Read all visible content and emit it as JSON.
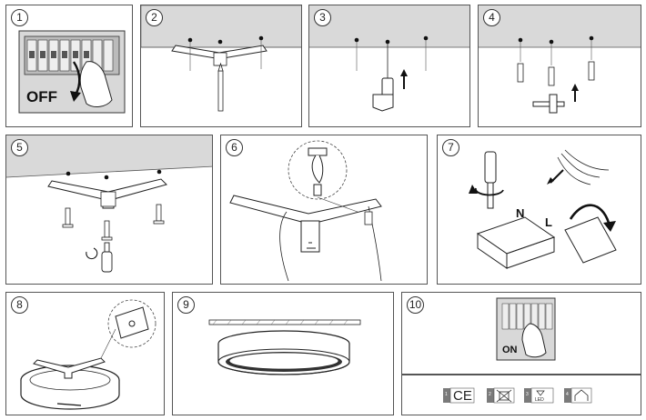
{
  "steps": [
    {
      "number": "1",
      "caption": "OFF"
    },
    {
      "number": "2"
    },
    {
      "number": "3"
    },
    {
      "number": "4"
    },
    {
      "number": "5"
    },
    {
      "number": "6"
    },
    {
      "number": "7",
      "labels": {
        "neutral": "N",
        "live": "L"
      }
    },
    {
      "number": "8"
    },
    {
      "number": "9"
    },
    {
      "number": "10",
      "caption": "ON"
    }
  ],
  "certifications": [
    {
      "index": "1",
      "mark": "CE",
      "icon": "ce-mark-icon"
    },
    {
      "index": "2",
      "mark": "",
      "icon": "weee-crossed-bin-icon"
    },
    {
      "index": "3",
      "mark": "LED",
      "icon": "led-bulb-icon"
    },
    {
      "index": "4",
      "mark": "",
      "icon": "indoor-use-house-icon"
    }
  ],
  "colors": {
    "line": "#222222",
    "wall": "#d9d9d9",
    "badge": "#7a7a7a",
    "border": "#555555"
  }
}
